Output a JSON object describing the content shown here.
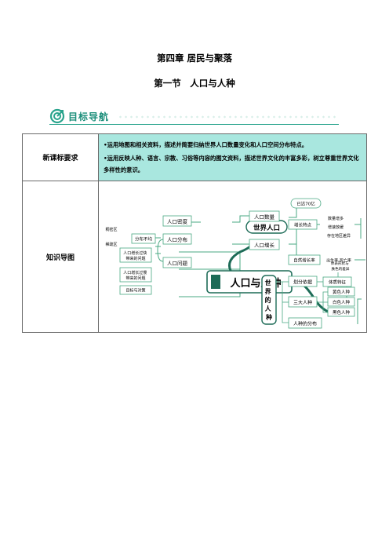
{
  "header": {
    "chapter": "第四章 居民与聚落",
    "section": "第一节　人口与人种"
  },
  "nav": {
    "title": "目标导航"
  },
  "table": {
    "row1_label": "新课标要求",
    "requirements": [
      "•运用地图和相关资料，描述并简要归纳世界人口数量变化和人口空间分布特点。",
      "•运用反映人种、语言、宗教、习俗等内容的图文资料，描述世界文化的丰富多彩，树立尊重世界文化多样性的意识。"
    ],
    "row2_label": "知识导图"
  },
  "mindmap": {
    "center": "人口与人种",
    "left_hub": "世界人口",
    "right_hub": "世界的人种",
    "right_hub_chars": [
      "世",
      "界",
      "的",
      "人",
      "种"
    ],
    "density": "人口密度",
    "distribution": "人口分布",
    "uneven": "分布不均",
    "dense_area": "稠密区",
    "sparse_area": "稀疏区",
    "problems": "人口问题",
    "fast_growth": "人口增长过快带来的问题",
    "fast_growth_lines": [
      "人口增长过快",
      "带来的问题"
    ],
    "slow_growth": "人口增长过慢带来的问题",
    "slow_growth_lines": [
      "人口增长过慢",
      "带来的问题"
    ],
    "measures": "目标与对策",
    "quantity": "人口数量",
    "quantity_value": "已达70亿",
    "growth": "人口增长",
    "growth_features": "增长特点",
    "feature_1": "数量增多",
    "feature_2": "增速放缓",
    "feature_3": "存在地区差异",
    "natural_rate": "自然增长率",
    "rate_formula": "出生率-死亡率",
    "basis": "划分依据",
    "traits": "体质特征",
    "traits_note_lines": [
      "体表形状与",
      "肤色的差异"
    ],
    "three_races": "三大人种",
    "yellow": "黄色人种",
    "white": "白色人种",
    "black": "黑色人种",
    "race_distribution": "人种的分布"
  }
}
